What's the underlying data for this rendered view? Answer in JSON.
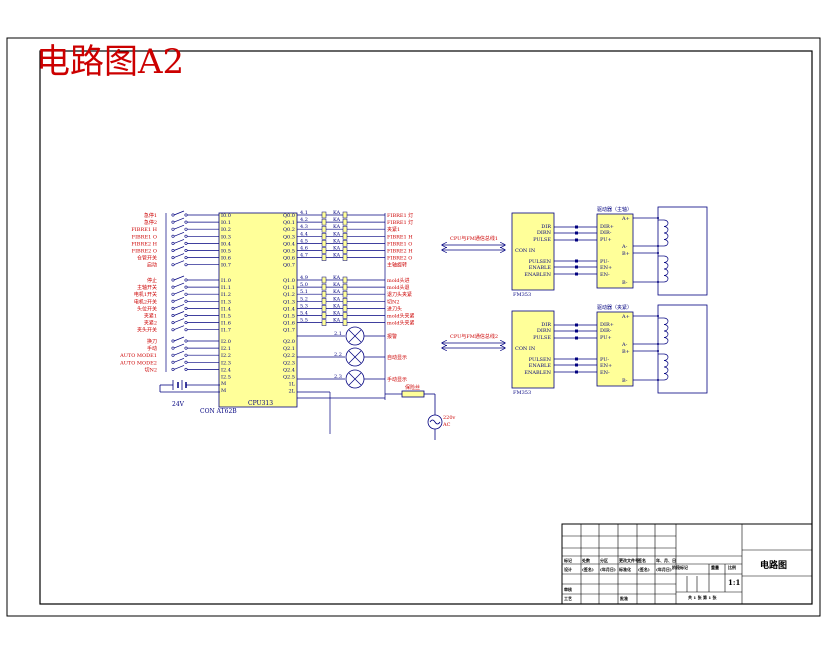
{
  "sheet": {
    "title": "电路图A2"
  },
  "plc": {
    "model": "CPU313",
    "connector": "CON AT62B",
    "inputs_a": [
      "I0.0",
      "I0.1",
      "I0.2",
      "I0.3",
      "I0.4",
      "I0.5",
      "I0.6",
      "I0.7"
    ],
    "inputs_b": [
      "I1.0",
      "I1.1",
      "I1.2",
      "I1.3",
      "I1.4",
      "I1.5",
      "I1.6",
      "I1.7"
    ],
    "inputs_c": [
      "I2.0",
      "I2.1",
      "I2.2",
      "I2.3",
      "I2.4",
      "I2.5"
    ],
    "power_pins": [
      "M",
      "M"
    ],
    "outputs_a": [
      "Q0.0",
      "Q0.1",
      "Q0.2",
      "Q0.3",
      "Q0.4",
      "Q0.5",
      "Q0.6",
      "Q0.7"
    ],
    "outputs_b": [
      "Q1.0",
      "Q1.1",
      "Q1.2",
      "Q1.3",
      "Q1.4",
      "Q1.5",
      "Q1.6",
      "Q1.7"
    ],
    "outputs_c": [
      "Q2.0",
      "Q2.1",
      "Q2.2",
      "Q2.3",
      "Q2.4",
      "Q2.5",
      "1L",
      "2L"
    ]
  },
  "input_labels_a": [
    "急停1",
    "急停2",
    "FIBRE1 H",
    "FIBRE1 O",
    "FIBRE2 H",
    "FIBRE2 O",
    "仓管开关",
    "启动"
  ],
  "input_labels_b": [
    "停止",
    "主轴开关",
    "电机1开关",
    "电机2开关",
    "头位开关",
    "夹紧1",
    "夹紧2",
    "夹头开关"
  ],
  "input_labels_c": [
    "换刀",
    "手动",
    "AUTO MODE1",
    "AUTO MODE2",
    "切N2"
  ],
  "battery_label": "24V",
  "relay_ids_a": [
    "4.1",
    "4.2",
    "4.3",
    "4.4",
    "4.5",
    "4.6",
    "4.7"
  ],
  "relay_ids_b": [
    "4.9",
    "5.0",
    "5.1",
    "5.2",
    "5.3",
    "5.4",
    "5.5"
  ],
  "ka_label": "KA",
  "output_labels_a": [
    "FIBRE1 灯",
    "FIBRE1 灯",
    "夹紧1",
    "FIBRE1 H",
    "FIBRE1 O",
    "FIBRE2 H",
    "FIBRE2 O",
    "主轴旋转"
  ],
  "output_labels_b": [
    "mold头进",
    "mold头退",
    "退刀头夹紧",
    "切N2",
    "进刀头",
    "mold头夹紧",
    "mold头夹紧"
  ],
  "lamp_ids": [
    "2.1",
    "2.2",
    "2.3"
  ],
  "lamp_labels": [
    "报警",
    "自动显示",
    "手动显示"
  ],
  "fuse_label": "保险丝",
  "ac_source": [
    "220v",
    "AC"
  ],
  "stepper_units": [
    {
      "bus_label": "CPU与FM通信总线1",
      "module": "FM353",
      "module_pins": [
        "DIR",
        "DIRN",
        "PULSE",
        "CON IN",
        "PULSEN",
        "ENABLE",
        "ENABLEN"
      ],
      "driver_title": "驱动器（主轴）",
      "driver_pins": [
        "DIR+",
        "DIR-",
        "PU+",
        "PU-",
        "EN+",
        "EN-"
      ],
      "motor_pins": [
        "A+",
        "A-",
        "B+",
        "B-"
      ]
    },
    {
      "bus_label": "CPU与FM通信总线2",
      "module": "FM353",
      "module_pins": [
        "DIR",
        "DIRN",
        "PULSE",
        "CON IN",
        "PULSEN",
        "ENABLE",
        "ENABLEN"
      ],
      "driver_title": "驱动器（夹紧）",
      "driver_pins": [
        "DIR+",
        "DIR-",
        "PU+",
        "PU-",
        "EN+",
        "EN-"
      ],
      "motor_pins": [
        "A+",
        "A-",
        "B+",
        "B-"
      ]
    }
  ],
  "title_block": {
    "drawing_name": "电路图",
    "scale": "1:1",
    "sheet_info": "共 1 张  第 1 张",
    "col_headers": [
      "标记",
      "处数",
      "分区",
      "更改文件号",
      "签名",
      "年、月、日"
    ],
    "sign_row": [
      "设计",
      "(签名)",
      "(年月日)",
      "标准化",
      "(签名)",
      "(年月日)"
    ],
    "check_label": "审核",
    "process_label": "工艺",
    "approve_label": "批准",
    "stage_headers": [
      "阶段标记",
      "重量",
      "比例"
    ]
  },
  "colors": {
    "line": "#00007f",
    "text_red": "#cc0000",
    "fill": "#ffff99",
    "frame": "#000000"
  }
}
